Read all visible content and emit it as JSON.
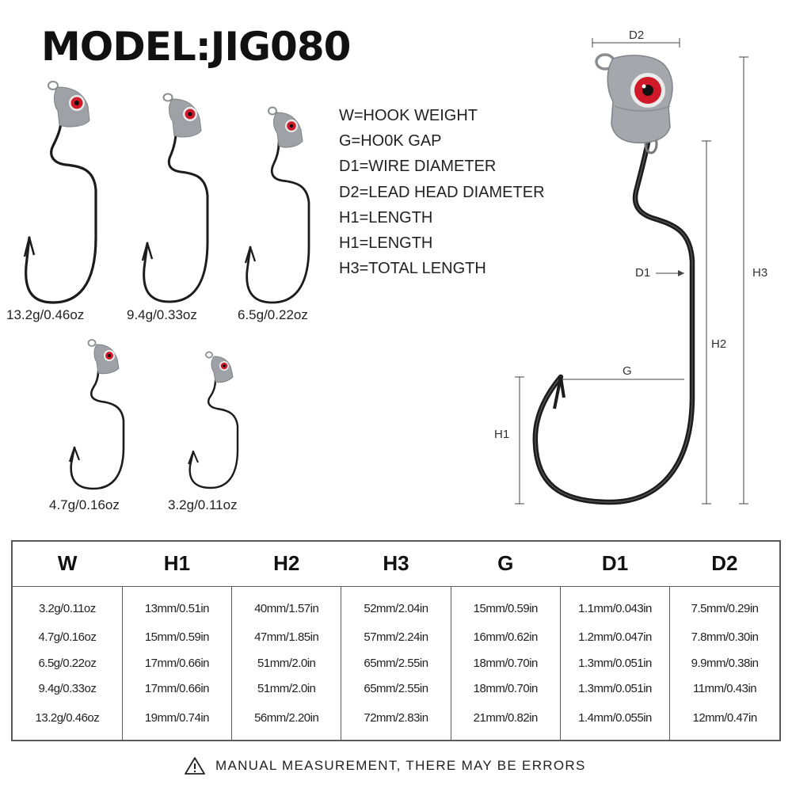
{
  "title": "MODEL:JIG080",
  "legend": [
    "W=HOOK WEIGHT",
    "G=HO0K GAP",
    "D1=WIRE DIAMETER",
    "D2=LEAD HEAD DIAMETER",
    "H1=LENGTH",
    "H1=LENGTH",
    "H3=TOTAL LENGTH"
  ],
  "hooks": [
    {
      "label": "13.2g/0.46oz",
      "icon": "jig-hook-icon"
    },
    {
      "label": "9.4g/0.33oz",
      "icon": "jig-hook-icon"
    },
    {
      "label": "6.5g/0.22oz",
      "icon": "jig-hook-icon"
    },
    {
      "label": "4.7g/0.16oz",
      "icon": "jig-hook-icon"
    },
    {
      "label": "3.2g/0.11oz",
      "icon": "jig-hook-icon"
    }
  ],
  "diagram_labels": {
    "d2": "D2",
    "d1": "D1",
    "h3": "H3",
    "h2": "H2",
    "h1": "H1",
    "g": "G"
  },
  "table": {
    "headers": [
      "W",
      "H1",
      "H2",
      "H3",
      "G",
      "D1",
      "D2"
    ],
    "rows": [
      [
        "3.2g/0.11oz",
        "13mm/0.51in",
        "40mm/1.57in",
        "52mm/2.04in",
        "15mm/0.59in",
        "1.1mm/0.043in",
        "7.5mm/0.29in"
      ],
      [
        "4.7g/0.16oz",
        "15mm/0.59in",
        "47mm/1.85in",
        "57mm/2.24in",
        "16mm/0.62in",
        "1.2mm/0.047in",
        "7.8mm/0.30in"
      ],
      [
        "6.5g/0.22oz",
        "17mm/0.66in",
        "51mm/2.0in",
        "65mm/2.55in",
        "18mm/0.70in",
        "1.3mm/0.051in",
        "9.9mm/0.38in"
      ],
      [
        "9.4g/0.33oz",
        "17mm/0.66in",
        "51mm/2.0in",
        "65mm/2.55in",
        "18mm/0.70in",
        "1.3mm/0.051in",
        "11mm/0.43in"
      ],
      [
        "13.2g/0.46oz",
        "19mm/0.74in",
        "56mm/2.20in",
        "72mm/2.83in",
        "21mm/0.82in",
        "1.4mm/0.055in",
        "12mm/0.47in"
      ]
    ]
  },
  "note": "MANUAL MEASUREMENT, THERE MAY BE ERRORS",
  "note_icon": "warning-icon",
  "colors": {
    "text": "#1a1a1a",
    "hook": "#1c1c1c",
    "lead_head": "#9a9ea2",
    "eye_red": "#d01a2a",
    "table_border": "#5a5a5a"
  }
}
